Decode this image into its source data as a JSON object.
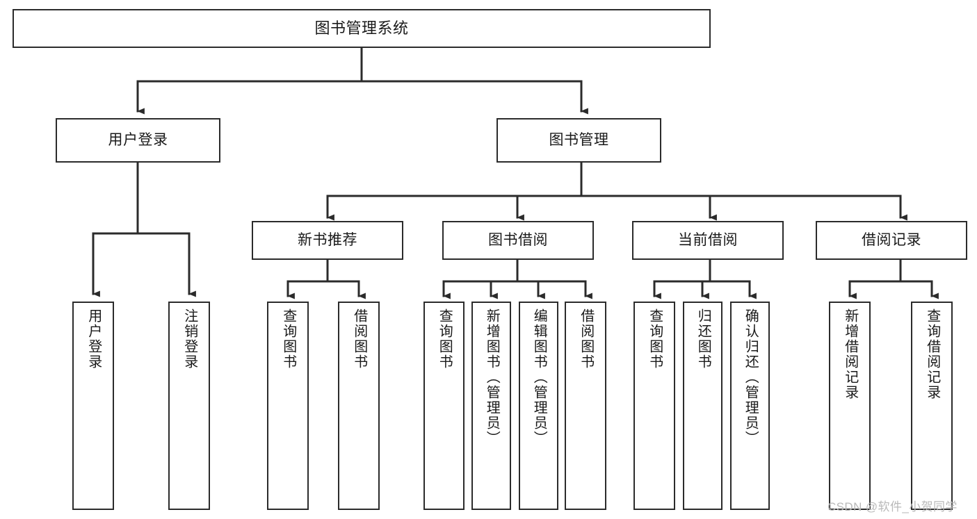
{
  "diagram": {
    "type": "tree",
    "title": "图书管理系统",
    "root": {
      "label": "图书管理系统"
    },
    "level1": [
      {
        "label": "用户登录"
      },
      {
        "label": "图书管理"
      }
    ],
    "level2": [
      {
        "label": "新书推荐"
      },
      {
        "label": "图书借阅"
      },
      {
        "label": "当前借阅"
      },
      {
        "label": "借阅记录"
      }
    ],
    "leaves": {
      "user_login": [
        {
          "label": "用户登录"
        },
        {
          "label": "注销登录"
        }
      ],
      "new_book_recommend": [
        {
          "label": "查询图书"
        },
        {
          "label": "借阅图书"
        }
      ],
      "book_borrow": [
        {
          "label": "查询图书"
        },
        {
          "label": "新增图书（管理员）"
        },
        {
          "label": "编辑图书（管理员）"
        },
        {
          "label": "借阅图书"
        }
      ],
      "current_borrow": [
        {
          "label": "查询图书"
        },
        {
          "label": "归还图书"
        },
        {
          "label": "确认归还（管理员）"
        }
      ],
      "borrow_record": [
        {
          "label": "新增借阅记录"
        },
        {
          "label": "查询借阅记录"
        }
      ]
    }
  },
  "watermark": {
    "text": "CSDN @软件_小贺同学"
  },
  "colors": {
    "stroke": "#2b2b2b",
    "background": "#ffffff",
    "text": "#1a1a1a",
    "watermark": "#b9b9b9"
  }
}
